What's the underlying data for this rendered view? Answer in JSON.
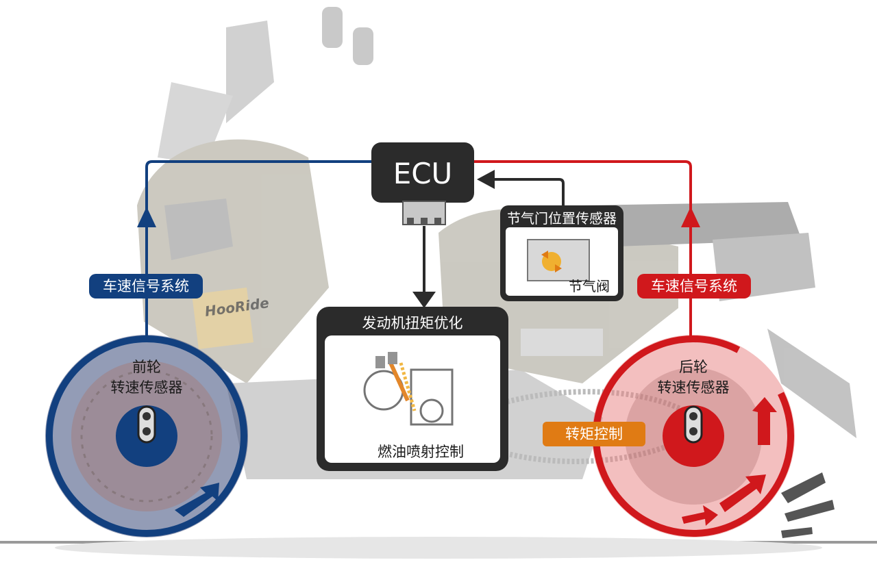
{
  "ecu": {
    "label": "ECU"
  },
  "throttle_sensor": {
    "title": "节气门位置传感器",
    "valve_label": "节气阀"
  },
  "engine_box": {
    "title": "发动机扭矩优化",
    "fuel_label": "燃油喷射控制"
  },
  "front": {
    "signal_label": "车速信号系统",
    "sensor_line1": "前轮",
    "sensor_line2": "转速传感器"
  },
  "rear": {
    "signal_label": "车速信号系统",
    "sensor_line1": "后轮",
    "sensor_line2": "转速传感器"
  },
  "torque_control": {
    "label": "转矩控制"
  },
  "decal": {
    "text": "HooRide"
  },
  "colors": {
    "front_blue": "#12407f",
    "rear_red": "#d0181c",
    "box_dark": "#2b2b2b",
    "torque_orange": "#e07b14"
  }
}
